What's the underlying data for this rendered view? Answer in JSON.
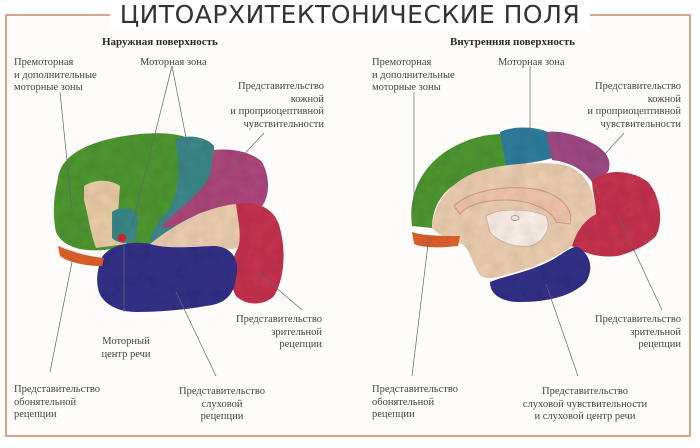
{
  "title": "ЦИТОАРХИТЕКТОНИЧЕСКИЕ ПОЛЯ",
  "colors": {
    "frame_border": "#d9a38a",
    "premotor": "#4f9a32",
    "motor": "#3c8a8c",
    "somatosensory": "#b0487e",
    "visual": "#c9334f",
    "auditory": "#34318a",
    "olfactory": "#e0622e",
    "speech_motor_dot": "#e8202a",
    "unlabeled_cortex": "#f0d2b4"
  },
  "left_panel": {
    "subtitle": "Наружная поверхность",
    "labels": {
      "premotor": [
        "Премоторная",
        "и дополнительные",
        "моторные зоны"
      ],
      "motor": [
        "Моторная зона"
      ],
      "somatosensory": [
        "Представительство",
        "кожной",
        "и проприоцептивной",
        "чувствительности"
      ],
      "speech_motor": [
        "Моторный",
        "центр речи"
      ],
      "visual": [
        "Представительство",
        "зрительной",
        "рецепции"
      ],
      "olfactory": [
        "Представительство",
        "обонятельной",
        "рецепции"
      ],
      "auditory": [
        "Представительство",
        "слуховой",
        "рецепции"
      ]
    }
  },
  "right_panel": {
    "subtitle": "Внутренняя поверхность",
    "labels": {
      "premotor": [
        "Премоторная",
        "и дополнительные",
        "моторные зоны"
      ],
      "motor": [
        "Моторная зона"
      ],
      "somatosensory": [
        "Представительство",
        "кожной",
        "и проприоцептивной",
        "чувствительности"
      ],
      "visual": [
        "Представительство",
        "зрительной",
        "рецепции"
      ],
      "olfactory": [
        "Представительство",
        "обонятельной",
        "рецепции"
      ],
      "auditory": [
        "Представительство",
        "слуховой чувствительности",
        "и слуховой центр речи"
      ]
    }
  }
}
